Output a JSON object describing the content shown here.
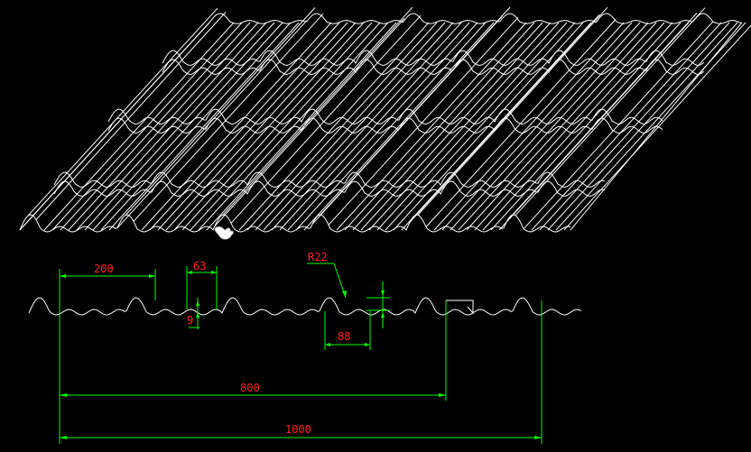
{
  "colors": {
    "background": "#000000",
    "profile": "#ffffff",
    "dimension_line": "#00ff00",
    "dimension_text": "#ff2020"
  },
  "cursor": {
    "icon": "hand-cursor-icon"
  },
  "dimensions": {
    "pitch": "200",
    "top_width": "63",
    "depth": "9",
    "radius": "R22",
    "step_height": "",
    "bottom_width": "88",
    "effective_width": "800",
    "total_width": "1000"
  }
}
